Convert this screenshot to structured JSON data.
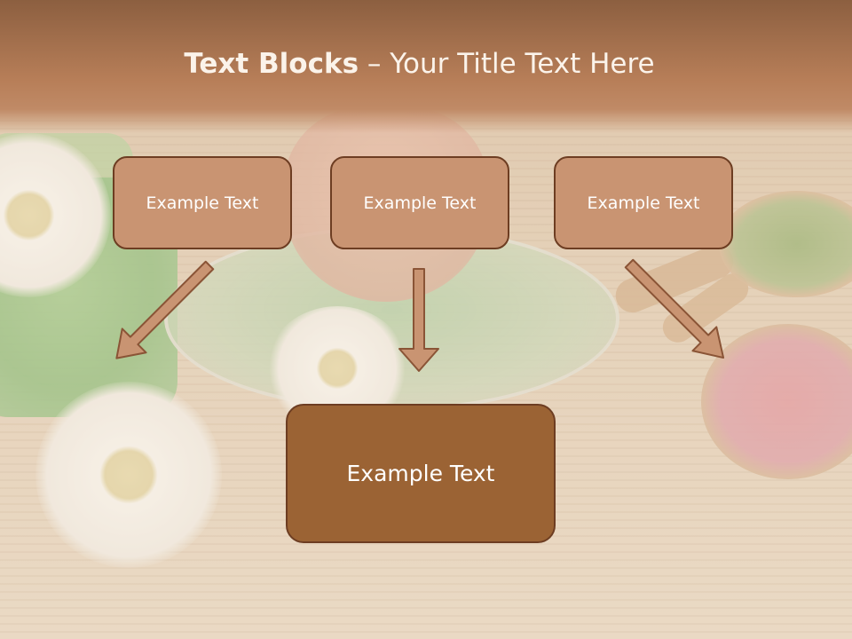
{
  "title": {
    "bold": "Text Blocks",
    "separator": " – ",
    "rest": "Your Title Text Here"
  },
  "boxes": {
    "left": "Example Text",
    "center": "Example Text",
    "right": "Example Text",
    "result": "Example Text"
  },
  "colors": {
    "header": "#b77e58",
    "box_fill": "#c99472",
    "result_fill": "#9b6334",
    "border": "#6d3d22",
    "arrow_fill": "#c99472",
    "arrow_stroke": "#8a5436"
  }
}
